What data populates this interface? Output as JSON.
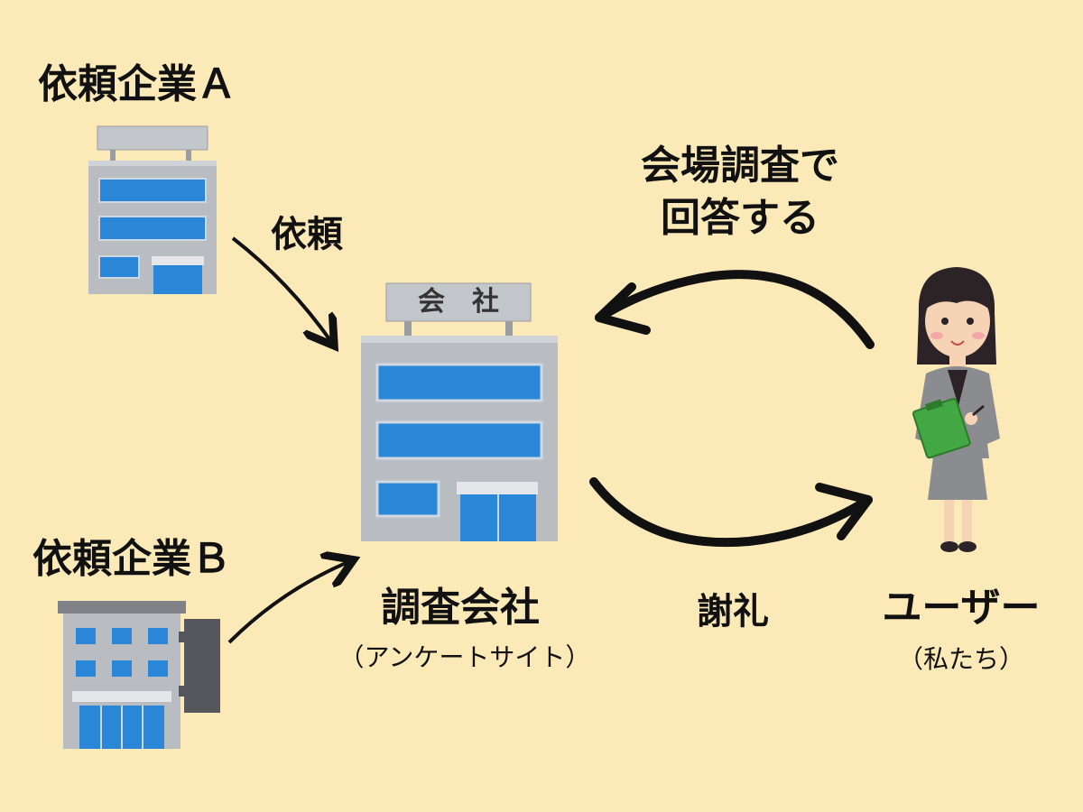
{
  "client_a": {
    "label": "依頼企業Ａ"
  },
  "client_b": {
    "label": "依頼企業Ｂ"
  },
  "request_label": "依頼",
  "answer_label_line1": "会場調査で",
  "answer_label_line2": "回答する",
  "research_company": {
    "sign": "会　社",
    "label": "調査会社",
    "sublabel": "（アンケートサイト）"
  },
  "reward_label": "謝礼",
  "user": {
    "label": "ユーザー",
    "sublabel": "（私たち）"
  },
  "colors": {
    "background": "#fbeab8",
    "building_gray": "#b9bcc1",
    "window_blue": "#2a86d6",
    "clipboard_green": "#43a843",
    "suit_gray": "#8a8c90"
  }
}
